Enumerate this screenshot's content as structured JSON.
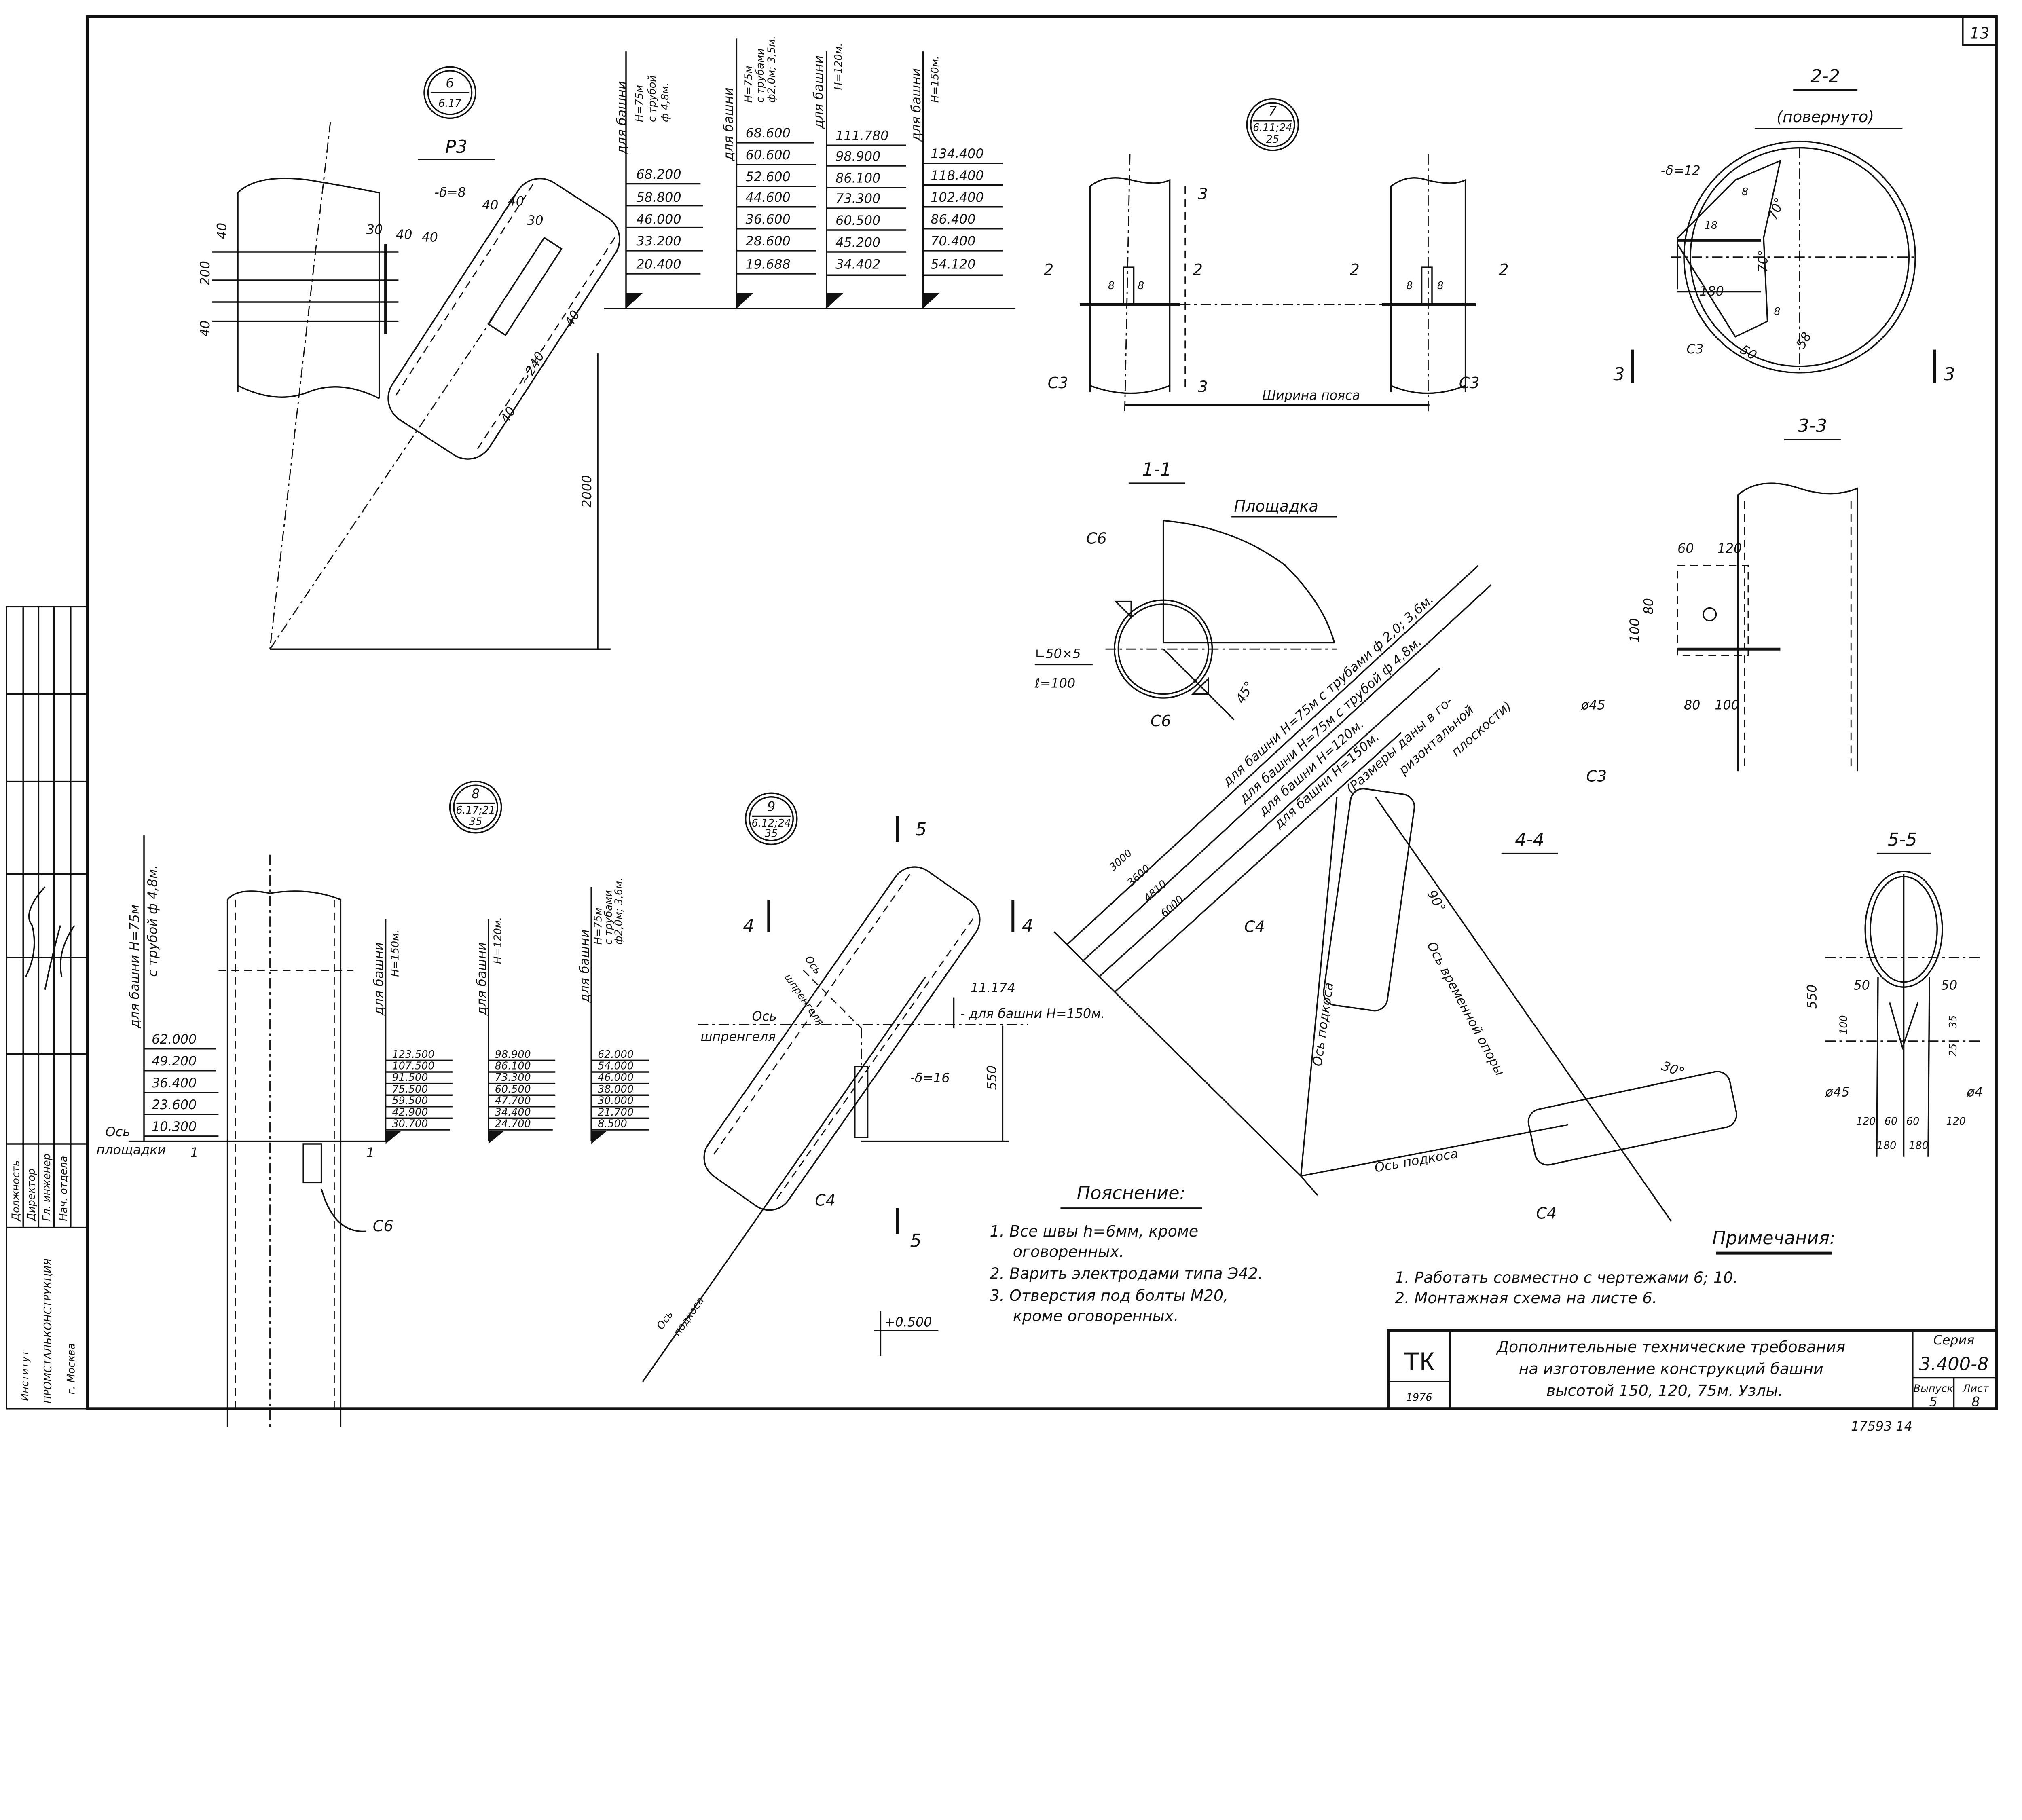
{
  "sheet_number": "13",
  "node6": {
    "number": "6",
    "ref": "6.17",
    "title": "Р3",
    "plate": "-δ=8",
    "dims": [
      "40",
      "40",
      "30",
      "30",
      "40",
      "40",
      "40",
      "200",
      "40",
      "40",
      "~240",
      "40",
      "2000"
    ]
  },
  "table_top": {
    "columns": [
      {
        "header": [
          "для башни",
          "H=75м",
          "с трубой",
          "ф 4,8м."
        ],
        "values": [
          "68.200",
          "58.800",
          "46.000",
          "33.200",
          "20.400"
        ]
      },
      {
        "header": [
          "для башни",
          "H=75м",
          "с трубами",
          "ф2,0м; 3,5м."
        ],
        "values": [
          "68.600",
          "60.600",
          "52.600",
          "44.600",
          "36.600",
          "28.600",
          "19.688"
        ]
      },
      {
        "header": [
          "для башни",
          "H=120м."
        ],
        "values": [
          "111.780",
          "98.900",
          "86.100",
          "73.300",
          "60.500",
          "45.200",
          "34.402"
        ]
      },
      {
        "header": [
          "для башни",
          "H=150м."
        ],
        "values": [
          "134.400",
          "118.400",
          "102.400",
          "86.400",
          "70.400",
          "54.120"
        ]
      }
    ]
  },
  "node7": {
    "number": "7",
    "ref": "6.11;24",
    "ref2": "25",
    "marks": [
      "3",
      "3",
      "2",
      "2",
      "2",
      "2"
    ],
    "welds": [
      "8",
      "8",
      "8",
      "8"
    ],
    "c3_left": "С3",
    "c3_right": "С3",
    "width_label": "Ширина пояса"
  },
  "section22": {
    "title": "2-2",
    "subtitle": "(повернуто)",
    "plate": "-δ=12",
    "dims": [
      "8",
      "18",
      "70°",
      "70°",
      "180",
      "50",
      "58",
      "8"
    ],
    "c3": "С3",
    "mark_left": "3",
    "mark_right": "3"
  },
  "section11": {
    "title": "1-1",
    "platform": "Площадка",
    "c6_top": "С6",
    "angle_profile": "∟50×5",
    "length": "ℓ=100",
    "c6_bottom": "С6",
    "angle": "45°"
  },
  "diagonal_notes": {
    "lines": [
      "для башни H=75м с трубами ф 2,0; 3,6м.",
      "для башни H=75м с трубой ф 4,8м.",
      "для башни H=120м.",
      "для башни H=150м."
    ],
    "bracket": [
      "(Размеры даны в го-",
      "ризонтальной",
      "плоскости)"
    ],
    "dims": [
      "3000",
      "3600",
      "4810",
      "6000"
    ]
  },
  "section33": {
    "title": "3-3",
    "dims": [
      "60",
      "120",
      "100",
      "80",
      "ø45",
      "80",
      "100"
    ],
    "c3": "С3"
  },
  "section44": {
    "title": "4-4",
    "c4_top": "С4",
    "angle90": "90°",
    "temp_support_axis": "Ось временной опоры",
    "brace_axis_v": "Ось подкоса",
    "angle30": "30°",
    "brace_axis_h": "Ось подкоса",
    "c4_bottom": "С4"
  },
  "section55": {
    "title": "5-5",
    "dims": [
      "550",
      "50",
      "50",
      "100",
      "35",
      "25",
      "ø45",
      "ø4",
      "120",
      "60",
      "60",
      "120",
      "180",
      "180"
    ]
  },
  "node8": {
    "number": "8",
    "ref": "6.17;21",
    "ref2": "35",
    "left_header": [
      "для башни H=75м",
      "с трубой ф 4,8м."
    ],
    "left_values": [
      "62.000",
      "49.200",
      "36.400",
      "23.600",
      "10.300"
    ],
    "platform_axis": [
      "Ось",
      "площадки"
    ],
    "mark": "1",
    "mark2": "1",
    "c6": "С6",
    "columns": [
      {
        "header": [
          "для башни",
          "H=150м."
        ],
        "values": [
          "123.500",
          "107.500",
          "91.500",
          "75.500",
          "59.500",
          "42.900",
          "30.700"
        ]
      },
      {
        "header": [
          "для башни",
          "H=120м."
        ],
        "values": [
          "98.900",
          "86.100",
          "73.300",
          "60.500",
          "47.700",
          "34.400",
          "24.700"
        ]
      },
      {
        "header": [
          "для башни",
          "H=75м",
          "с трубами",
          "ф2,0м; 3,6м."
        ],
        "values": [
          "62.000",
          "54.000",
          "46.000",
          "38.000",
          "30.000",
          "21.700",
          "8.500"
        ]
      }
    ]
  },
  "node9": {
    "number": "9",
    "ref": "6.12;24",
    "ref2": "35",
    "mark5_top": "5",
    "mark5_bottom": "5",
    "mark4_left": "4",
    "mark4_right": "4",
    "truss_axis_diag": [
      "Ось",
      "шпренгеля"
    ],
    "truss_axis": [
      "Ось",
      "шпренгеля"
    ],
    "level": "11.174",
    "level_note": "- для башни H=150м.",
    "dim550": "550",
    "plate": "-δ=16",
    "c4": "С4",
    "brace_axis": [
      "Ось",
      "подкоса"
    ],
    "level_bottom": "+0.500"
  },
  "explanation": {
    "title": "Пояснение:",
    "items": [
      "1. Все швы h=6мм, кроме",
      "оговоренных.",
      "2. Варить электродами типа Э42.",
      "3. Отверстия под болты М20,",
      "кроме оговоренных."
    ]
  },
  "notes": {
    "title": "Примечания:",
    "items": [
      "1. Работать совместно с чертежами 6; 10.",
      "2. Монтажная схема на листе 6."
    ]
  },
  "title_block": {
    "code": "ТК",
    "year": "1976",
    "title_lines": [
      "Дополнительные технические требования",
      "на изготовление конструкций башни",
      "высотой 150, 120, 75м.    Узлы."
    ],
    "series_label": "Серия",
    "series": "3.400-8",
    "issue_label": "Выпуск",
    "issue": "5",
    "sheet_label": "Лист",
    "sheet": "8"
  },
  "archive_number": "17593  14",
  "side_stamp": {
    "institute": [
      "Институт",
      "ПРОМСТАЛЬКОНСТРУКЦИЯ",
      "г. Москва"
    ],
    "roles": [
      "Должность",
      "Директор",
      "Гл. инженер",
      "Нач. отдела"
    ]
  }
}
